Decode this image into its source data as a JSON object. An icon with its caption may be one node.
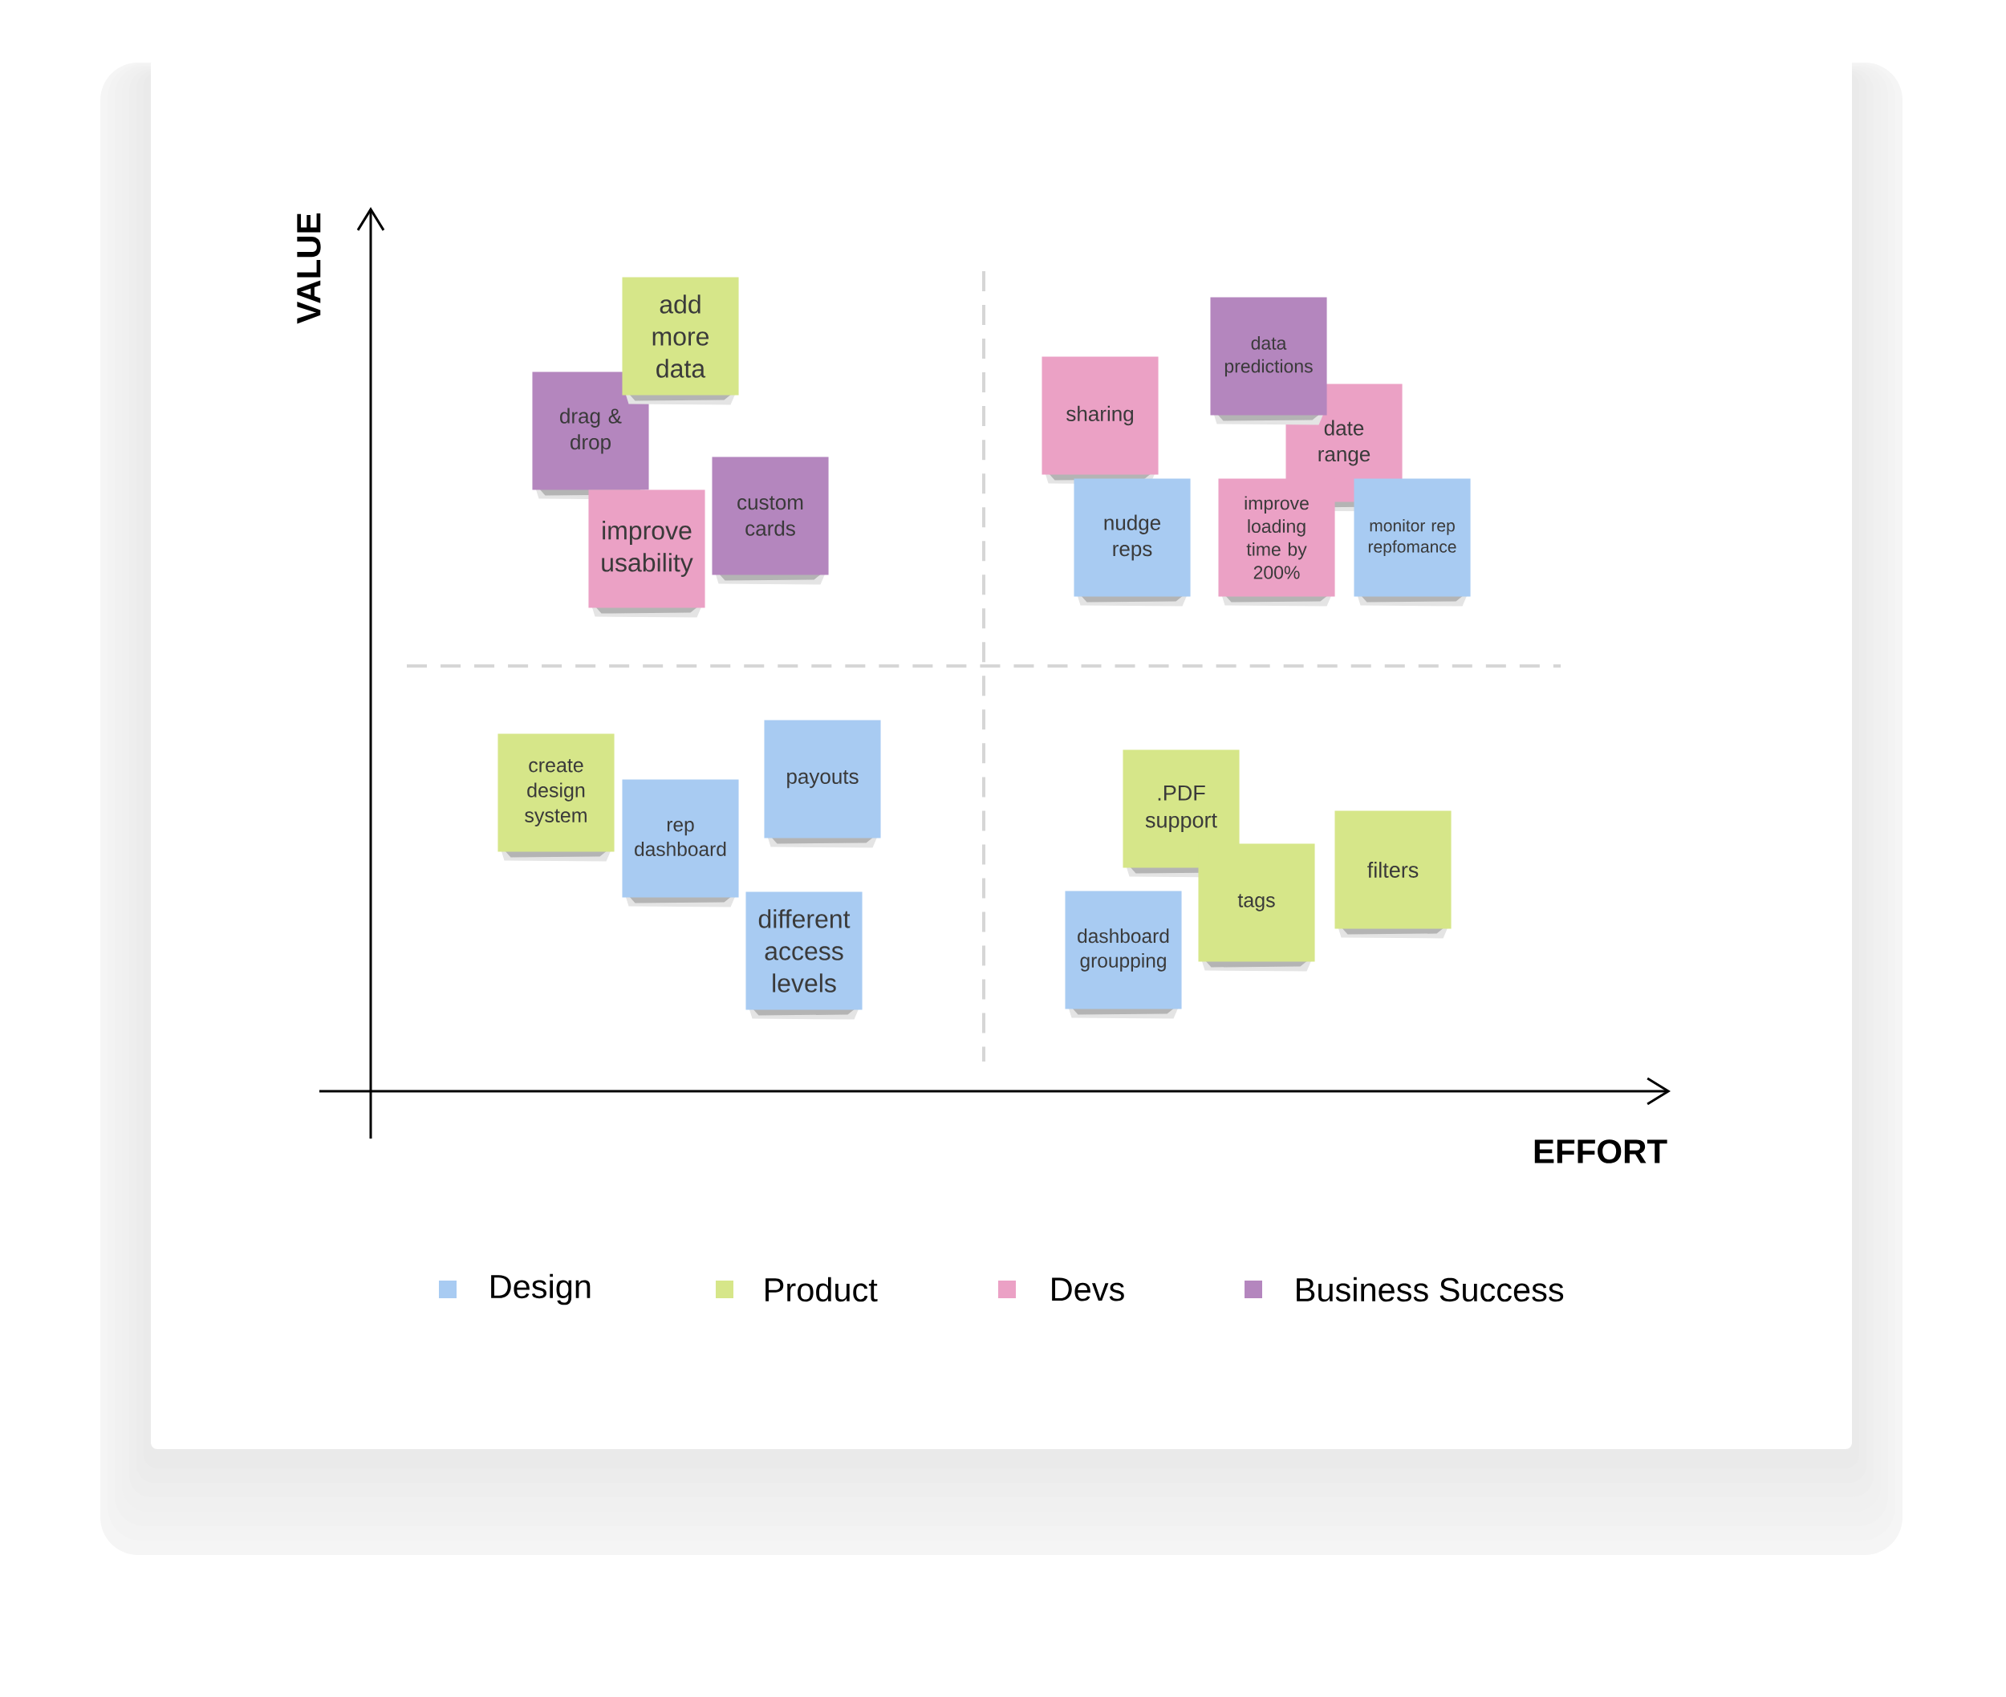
{
  "diagram": {
    "nodes": [
      {
        "text": [
          "add more data"
        ]
      },
      {
        "text": [
          "drag & drop"
        ]
      },
      {
        "text": [
          "improve usability"
        ]
      },
      {
        "text": [
          "custom cards"
        ]
      },
      {
        "text": [
          "data predictions"
        ]
      },
      {
        "text": [
          "sharing"
        ]
      },
      {
        "text": [
          "date range"
        ]
      },
      {
        "text": [
          "nudge reps"
        ]
      },
      {
        "text": [
          "improve loading time by 200%"
        ]
      },
      {
        "text": [
          "monitor rep repfomance"
        ]
      },
      {
        "text": [
          "create design system"
        ]
      },
      {
        "text": [
          "rep dashboard"
        ]
      },
      {
        "text": [
          "payouts"
        ]
      },
      {
        "text": [
          "different access levels"
        ]
      },
      {
        "text": [
          ".PDF support"
        ]
      },
      {
        "text": [
          "filters"
        ]
      },
      {
        "text": [
          "tags"
        ]
      },
      {
        "text": [
          "dashboard groupping"
        ]
      }
    ],
    "labels": [
      "VALUE",
      "EFFORT"
    ],
    "legend": [
      {
        "text": "Design",
        "color": "#a8cbf2"
      },
      {
        "text": "Product",
        "color": "#d6e689"
      },
      {
        "text": "Devs",
        "color": "#eba1c5"
      },
      {
        "text": "Business Success",
        "color": "#b486be"
      }
    ]
  }
}
